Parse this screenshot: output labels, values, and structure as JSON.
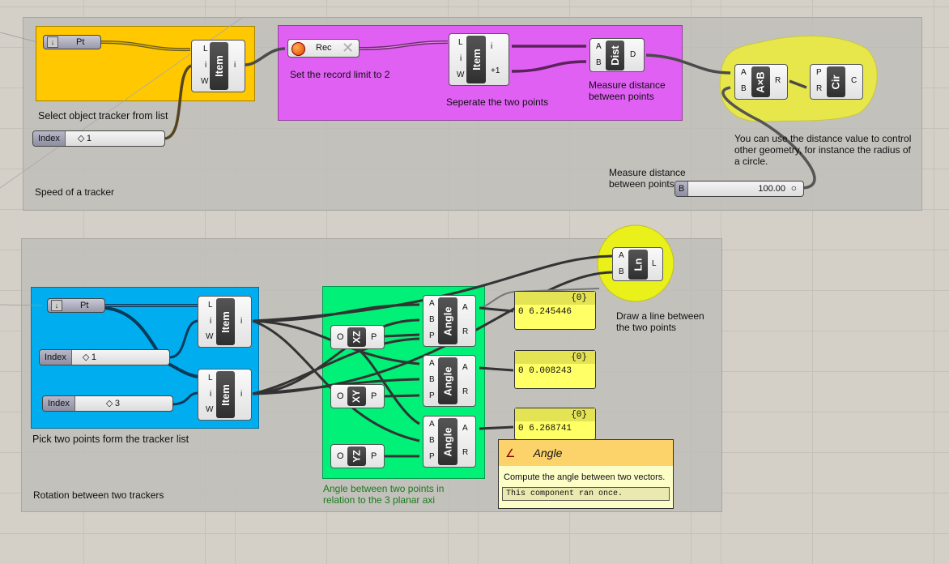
{
  "canvas": {
    "background": "#d4d0c8"
  },
  "groups": {
    "speed": {
      "label": "Speed of a tracker"
    },
    "rotation": {
      "label": "Rotation between two trackers"
    }
  },
  "colored_groups": {
    "select": {
      "color": "#ffc800",
      "caption": "Select object  tracker from list"
    },
    "record": {
      "color": "#e060f4",
      "caption_rec": "Set the record limit to 2",
      "caption_sep": "Seperate the two points",
      "caption_dist": "Measure distance between points"
    },
    "pick": {
      "color": "#00aef0",
      "caption": "Pick two points form the tracker list"
    },
    "angle": {
      "color": "#00f078",
      "caption": "Angle between two points in relation to the 3 planar axi"
    }
  },
  "notes": {
    "distance_value": "You can use the distance value to control other geometry, for instance the radius of a circle.",
    "measure_distance": "Measure distance between points",
    "draw_line": "Draw a line between the two points"
  },
  "components": {
    "pt1": {
      "name": "Pt"
    },
    "pt2": {
      "name": "Pt"
    },
    "item": {
      "name": "Item",
      "in": [
        "L",
        "i",
        "W"
      ],
      "out": [
        "i"
      ]
    },
    "item_sep": {
      "name": "Item",
      "in": [
        "L",
        "i",
        "W"
      ],
      "out": [
        "i",
        "+1"
      ]
    },
    "rec": {
      "name": "Rec"
    },
    "dist": {
      "name": "Dist",
      "in": [
        "A",
        "B"
      ],
      "out": [
        "D"
      ]
    },
    "mult": {
      "name": "A×B",
      "in": [
        "A",
        "B"
      ],
      "out": [
        "R"
      ]
    },
    "cir": {
      "name": "Cir",
      "in": [
        "P",
        "R"
      ],
      "out": [
        "C"
      ]
    },
    "ln": {
      "name": "Ln",
      "in": [
        "A",
        "B"
      ],
      "out": [
        "L"
      ]
    },
    "xz": {
      "name": "XZ",
      "in": [
        "O"
      ],
      "out": [
        "P"
      ]
    },
    "xy": {
      "name": "XY",
      "in": [
        "O"
      ],
      "out": [
        "P"
      ]
    },
    "yz": {
      "name": "YZ",
      "in": [
        "O"
      ],
      "out": [
        "P"
      ]
    },
    "angle": {
      "name": "Angle",
      "in": [
        "A",
        "B",
        "P"
      ],
      "out": [
        "A",
        "R"
      ]
    }
  },
  "sliders": {
    "index_top": {
      "name": "Index",
      "value": "1"
    },
    "index_a": {
      "name": "Index",
      "value": "1"
    },
    "index_b": {
      "name": "Index",
      "value": "3"
    },
    "radius": {
      "name": "B",
      "value": "100.00"
    }
  },
  "panels": [
    {
      "path": "{0}",
      "index": "0",
      "value": "6.245446"
    },
    {
      "path": "{0}",
      "index": "0",
      "value": "0.008243"
    },
    {
      "path": "{0}",
      "index": "0",
      "value": "6.268741"
    }
  ],
  "tooltip": {
    "title": "Angle",
    "description": "Compute the angle between two vectors.",
    "status": "This component ran once."
  }
}
